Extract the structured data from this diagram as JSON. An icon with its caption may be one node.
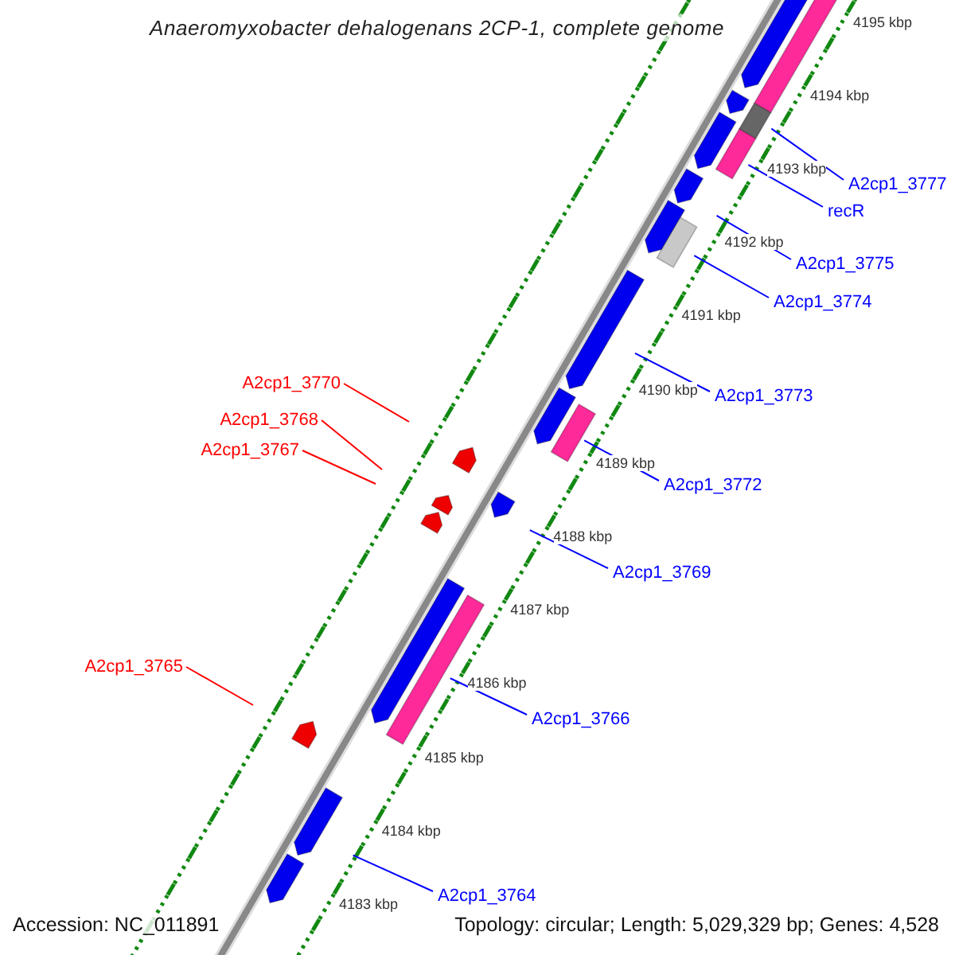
{
  "diagram": {
    "title": "Anaeromyxobacter dehalogenans 2CP-1, complete genome",
    "nodes": [
      {
        "text": [
          "A2cp1_3777"
        ]
      },
      {
        "text": [
          "recR"
        ]
      },
      {
        "text": [
          "A2cp1_3775"
        ]
      },
      {
        "text": [
          "A2cp1_3774"
        ]
      },
      {
        "text": [
          "A2cp1_3773"
        ]
      },
      {
        "text": [
          "A2cp1_3770"
        ]
      },
      {
        "text": [
          "A2cp1_3768"
        ]
      },
      {
        "text": [
          "A2cp1_3767"
        ]
      },
      {
        "text": [
          "A2cp1_3772"
        ]
      },
      {
        "text": [
          "A2cp1_3769"
        ]
      },
      {
        "text": [
          "A2cp1_3765"
        ]
      },
      {
        "text": [
          "A2cp1_3766"
        ]
      },
      {
        "text": [
          "A2cp1_3764"
        ]
      }
    ],
    "edges": [
      {
        "from": 0,
        "to": null,
        "arrow": "none"
      },
      {
        "from": 1,
        "to": null,
        "arrow": "none"
      },
      {
        "from": 2,
        "to": null,
        "arrow": "none"
      },
      {
        "from": 3,
        "to": null,
        "arrow": "none"
      },
      {
        "from": 4,
        "to": null,
        "arrow": "none"
      },
      {
        "from": 5,
        "to": null,
        "arrow": "none",
        "color": "#ff0000"
      },
      {
        "from": 6,
        "to": null,
        "arrow": "none",
        "color": "#ff0000"
      },
      {
        "from": 7,
        "to": null,
        "arrow": "none",
        "color": "#ff0000"
      },
      {
        "from": 8,
        "to": null,
        "arrow": "none"
      },
      {
        "from": 9,
        "to": null,
        "arrow": "none"
      },
      {
        "from": 10,
        "to": null,
        "arrow": "none",
        "color": "#ff0000"
      },
      {
        "from": 11,
        "to": null,
        "arrow": "none"
      },
      {
        "from": 12,
        "to": null,
        "arrow": "none"
      }
    ],
    "labels": [
      "4195 kbp",
      "4194 kbp",
      "4193 kbp",
      "4192 kbp",
      "4191 kbp",
      "4190 kbp",
      "4189 kbp",
      "4188 kbp",
      "4187 kbp",
      "4186 kbp",
      "4185 kbp",
      "4184 kbp",
      "4183 kbp",
      "Accession: NC_011891",
      "Topology: circular; Length: 5,029,329 bp; Genes: 4,528"
    ]
  }
}
